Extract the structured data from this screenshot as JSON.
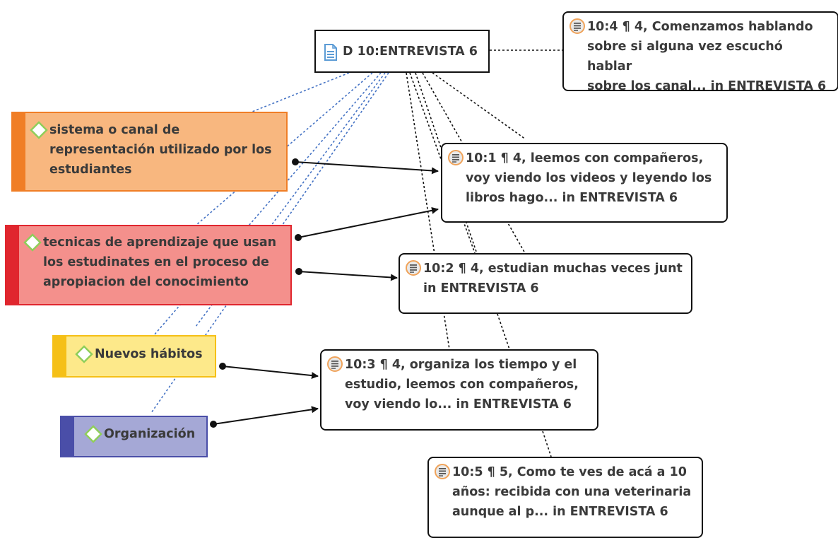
{
  "document": {
    "label": "D 10:ENTREVISTA 6"
  },
  "quotations": [
    {
      "id": "q104",
      "lines": [
        "10:4 ¶ 4, Comenzamos hablando",
        "sobre si alguna vez escuchó hablar",
        "sobre los canal... in ENTREVISTA 6"
      ]
    },
    {
      "id": "q101",
      "lines": [
        "10:1 ¶ 4, leemos con compañeros,",
        "voy viendo los videos y leyendo los",
        "libros hago... in ENTREVISTA 6"
      ]
    },
    {
      "id": "q102",
      "lines": [
        "10:2 ¶ 4, estudian muchas veces junt",
        "in ENTREVISTA 6"
      ]
    },
    {
      "id": "q103",
      "lines": [
        "10:3 ¶ 4, organiza los tiempo y el",
        "estudio, leemos con compañeros,",
        "voy viendo lo... in ENTREVISTA 6"
      ]
    },
    {
      "id": "q105",
      "lines": [
        "10:5 ¶ 5, Como te ves de acá a 10",
        "años: recibida con una veterinaria",
        "aunque al p... in ENTREVISTA 6"
      ]
    }
  ],
  "codes": [
    {
      "id": "c1",
      "lines": [
        "sistema o canal de",
        "representación utilizado por los",
        "estudiantes"
      ],
      "fill": "#f8b77f",
      "border": "#f07e26",
      "bar": "#f07e26"
    },
    {
      "id": "c2",
      "lines": [
        "tecnicas de aprendizaje que usan",
        "los estudinates en el proceso de",
        "apropiacion del conocimiento"
      ],
      "fill": "#f4908c",
      "border": "#e0262e",
      "bar": "#e0262e"
    },
    {
      "id": "c3",
      "lines": [
        "Nuevos hábitos"
      ],
      "fill": "#fde98a",
      "border": "#f5c017",
      "bar": "#f5c017"
    },
    {
      "id": "c4",
      "lines": [
        "Organización"
      ],
      "fill": "#a5a8d6",
      "border": "#4a4ea8",
      "bar": "#4a4ea8"
    }
  ],
  "colors": {
    "doc_link": "#4472c4",
    "quote_link": "#111111",
    "diamond": "#8fce5a",
    "quote_icon_ring": "#f0a35a",
    "doc_icon": "#5b9bd5"
  },
  "icons": {
    "document": "document-icon",
    "quotation": "quotation-icon",
    "code": "code-diamond-icon"
  }
}
